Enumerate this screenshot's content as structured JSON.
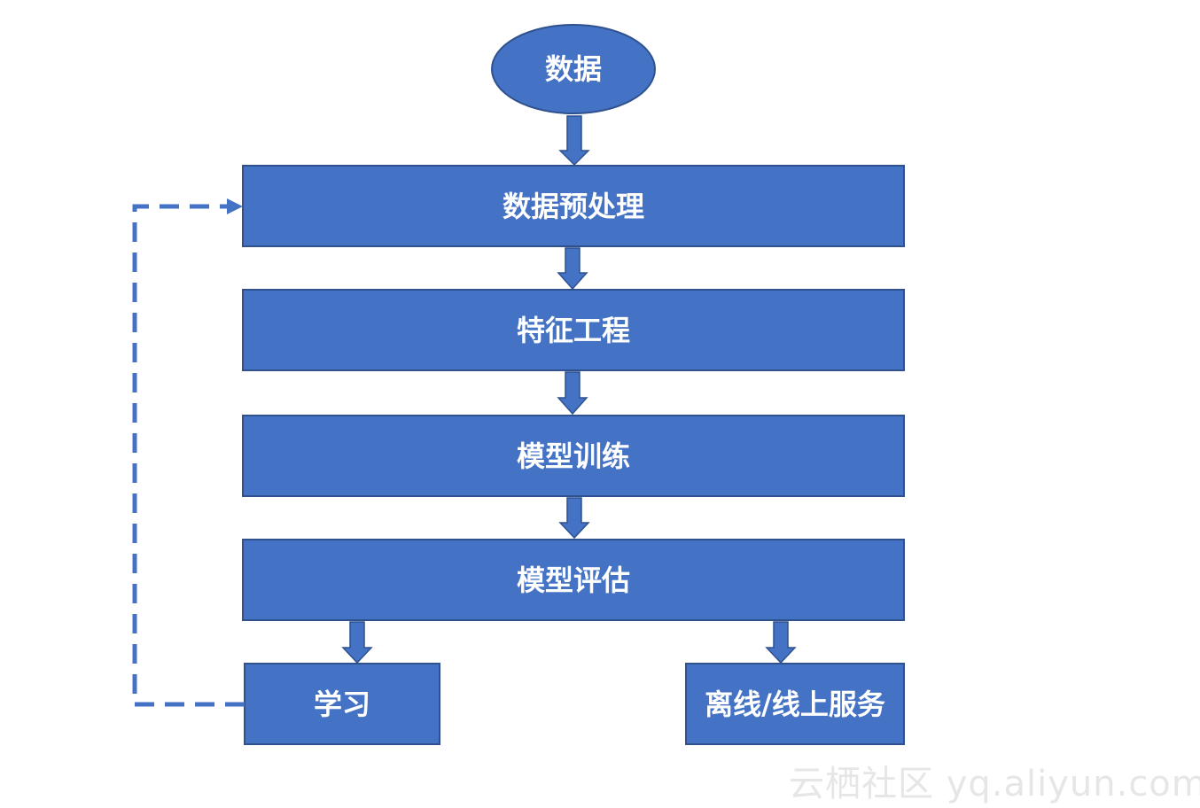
{
  "diagram": {
    "nodes": {
      "data": "数据",
      "preprocess": "数据预处理",
      "feature_engineering": "特征工程",
      "model_training": "模型训练",
      "model_evaluation": "模型评估",
      "learning": "学习",
      "serving": "离线/线上服务"
    },
    "colors": {
      "node_fill": "#4472C4",
      "node_stroke": "#2F528F",
      "node_text": "#FFFFFF",
      "arrow": "#4472C4"
    }
  },
  "watermark": "云栖社区 yq.aliyun.com"
}
